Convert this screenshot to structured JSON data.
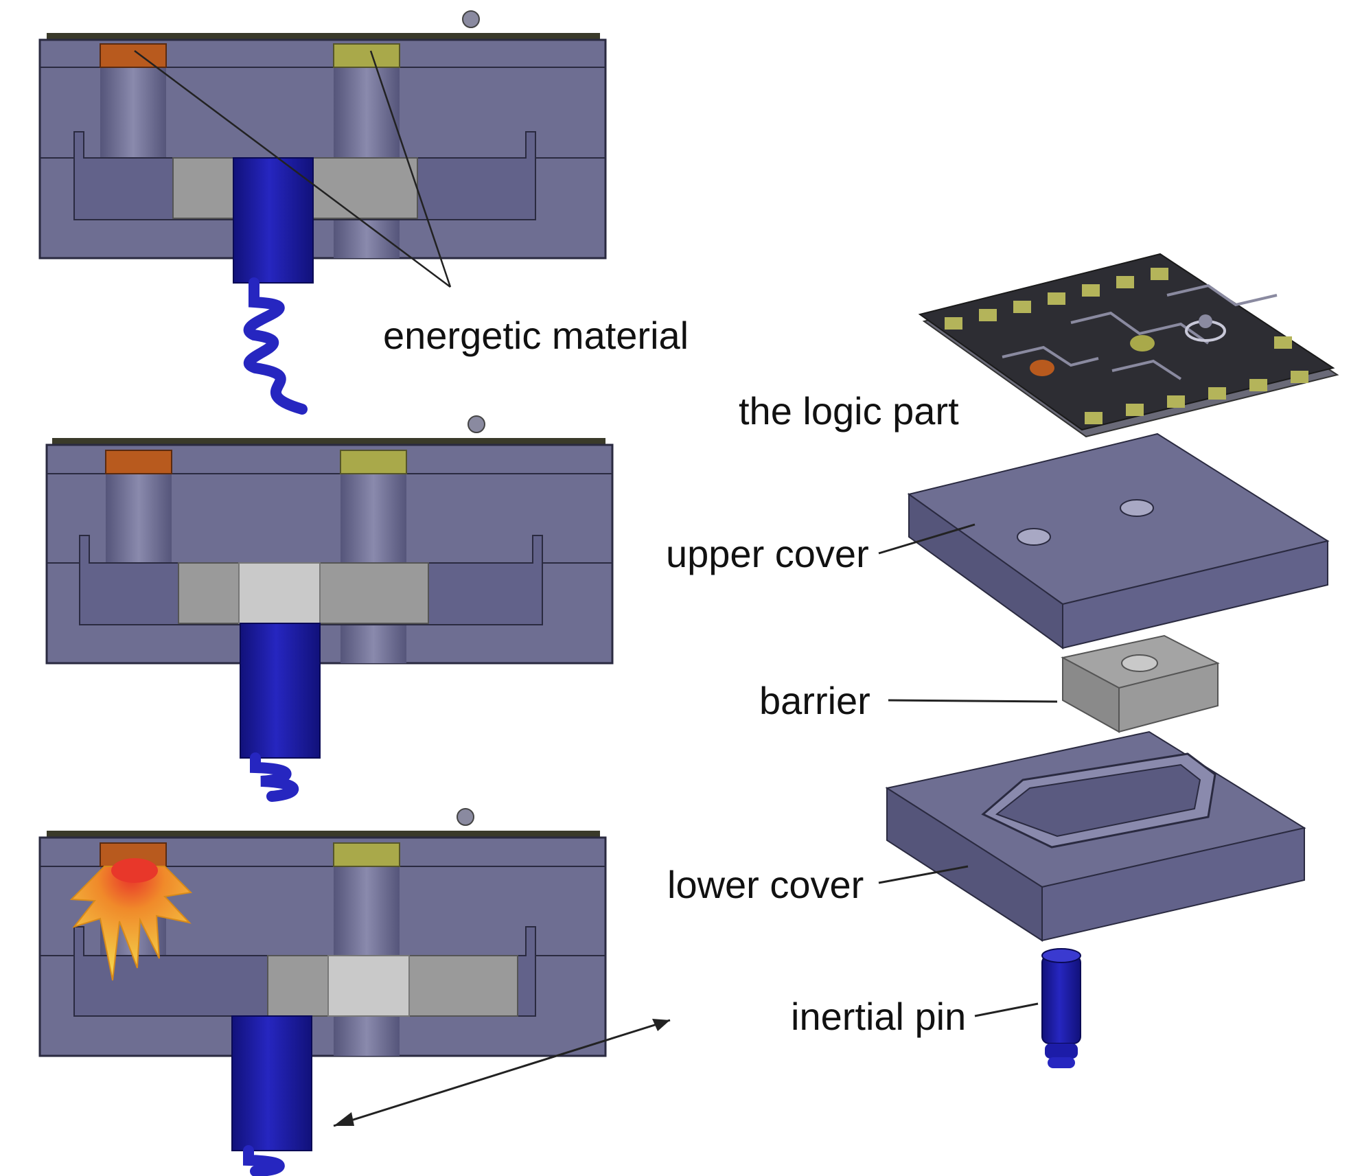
{
  "labels": {
    "energetic_material": "energetic material",
    "logic_part": "the logic part",
    "upper_cover": "upper cover",
    "barrier": "barrier",
    "lower_cover": "lower cover",
    "inertial_pin": "inertial pin"
  },
  "colors": {
    "body": "#6e6e92",
    "body_dark": "#55557a",
    "body_light": "#8585a8",
    "outline": "#2a2a40",
    "pin": "#1c1ca8",
    "pin_dark": "#11117a",
    "barrier_gray": "#9a9a9a",
    "barrier_light": "#c9c9c9",
    "explosive_orange": "#b85a1e",
    "explosive_olive": "#a9a94a",
    "flame_yellow": "#f4c430",
    "flame_red": "#e8372a",
    "pad_olive": "#b4b45a",
    "board_dark": "#2d2d33"
  }
}
